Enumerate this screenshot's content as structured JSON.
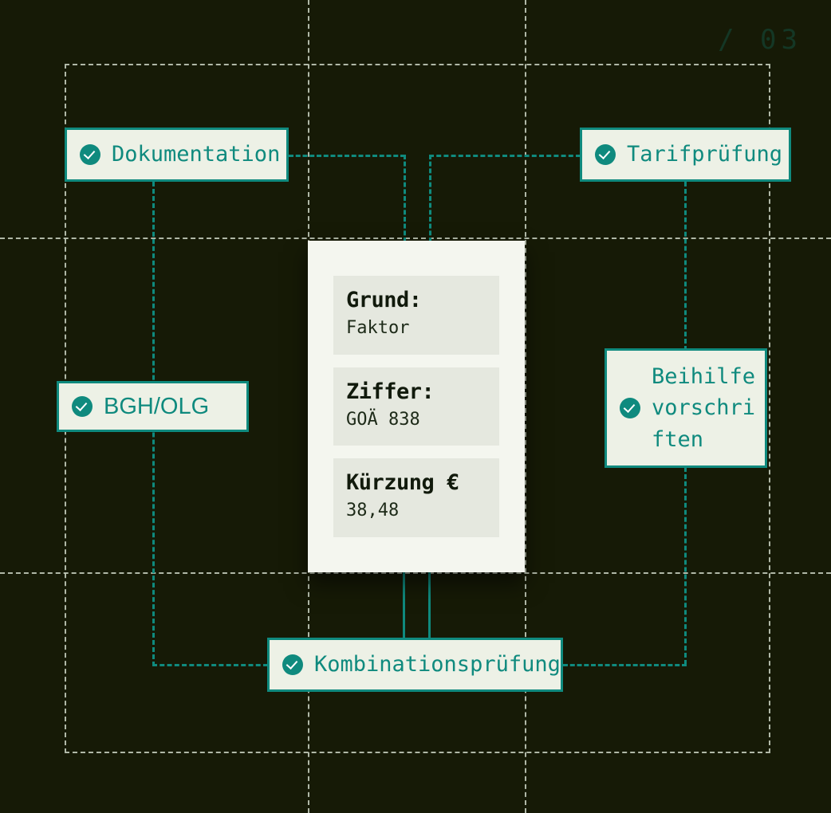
{
  "canvas": {
    "background_color": "#161a06",
    "accent_color": "#0f8a7e",
    "grid_color": "#ccd4c4",
    "node_fill": "#edf1e6",
    "card_fill": "#f4f6ef",
    "field_fill": "#e5e8df"
  },
  "step_counter": "/ 03",
  "nodes": [
    {
      "id": "dokumentation",
      "label": "Dokumentation"
    },
    {
      "id": "tarifpruefung",
      "label": "Tarifprüfung"
    },
    {
      "id": "bgh-olg",
      "label": "BGH/OLG"
    },
    {
      "id": "beihilfevorschriften",
      "label": "Beihilfe\nvorschri\nften"
    },
    {
      "id": "kombinationspruefung",
      "label": "Kombinationsprüfung"
    }
  ],
  "detail_card": {
    "fields": [
      {
        "key": "Grund:",
        "value": "Faktor"
      },
      {
        "key": "Ziffer:",
        "value": "GOÄ 838"
      },
      {
        "key": "Kürzung €",
        "value": "38,48"
      }
    ]
  }
}
